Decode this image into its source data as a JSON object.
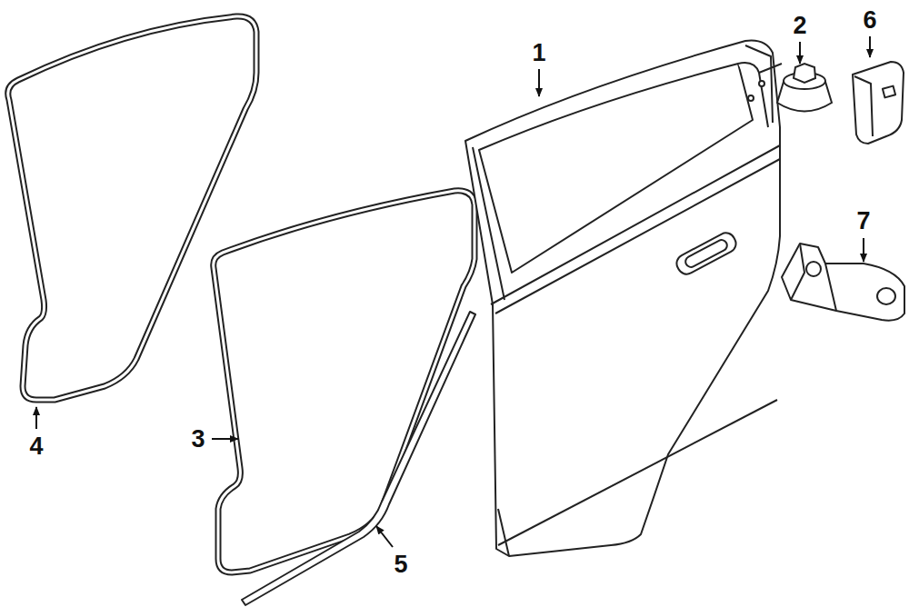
{
  "diagram": {
    "labels": [
      "1",
      "2",
      "6",
      "7",
      "4",
      "3",
      "5"
    ]
  }
}
